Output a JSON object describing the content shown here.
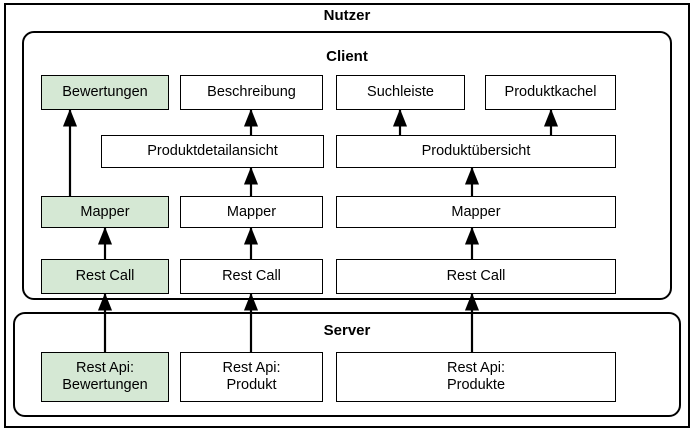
{
  "diagram": {
    "outer_title": "Nutzer",
    "groups": [
      {
        "name": "client",
        "title": "Client"
      },
      {
        "name": "server",
        "title": "Server"
      }
    ],
    "nodes": [
      {
        "name": "bewertungen",
        "label": "Bewertungen",
        "label2": "",
        "highlight": true
      },
      {
        "name": "beschreibung",
        "label": "Beschreibung",
        "label2": "",
        "highlight": false
      },
      {
        "name": "suchleiste",
        "label": "Suchleiste",
        "label2": "",
        "highlight": false
      },
      {
        "name": "produktkachel",
        "label": "Produktkachel",
        "label2": "",
        "highlight": false
      },
      {
        "name": "produktdetailansicht",
        "label": "Produktdetailansicht",
        "label2": "",
        "highlight": false
      },
      {
        "name": "produktuebersicht",
        "label": "Produktübersicht",
        "label2": "",
        "highlight": false
      },
      {
        "name": "mapper-1",
        "label": "Mapper",
        "label2": "",
        "highlight": true
      },
      {
        "name": "mapper-2",
        "label": "Mapper",
        "label2": "",
        "highlight": false
      },
      {
        "name": "mapper-3",
        "label": "Mapper",
        "label2": "",
        "highlight": false
      },
      {
        "name": "rest-call-1",
        "label": "Rest Call",
        "label2": "",
        "highlight": true
      },
      {
        "name": "rest-call-2",
        "label": "Rest Call",
        "label2": "",
        "highlight": false
      },
      {
        "name": "rest-call-3",
        "label": "Rest Call",
        "label2": "",
        "highlight": false
      },
      {
        "name": "rest-api-bewertungen",
        "label": "Rest Api:",
        "label2": "Bewertungen",
        "highlight": true
      },
      {
        "name": "rest-api-produkt",
        "label": "Rest Api:",
        "label2": "Produkt",
        "highlight": false
      },
      {
        "name": "rest-api-produkte",
        "label": "Rest Api:",
        "label2": "Produkte",
        "highlight": false
      }
    ],
    "colors": {
      "highlight_fill": "#d5e8d4",
      "stroke": "#000000",
      "background": "#ffffff"
    }
  }
}
